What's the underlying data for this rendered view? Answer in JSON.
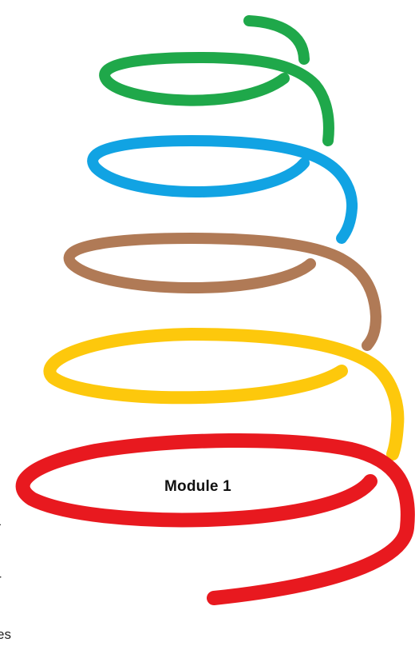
{
  "spiral": {
    "coils": [
      {
        "name": "green-coil",
        "color": "#1fa84a"
      },
      {
        "name": "blue-coil",
        "color": "#11a3e3"
      },
      {
        "name": "brown-coil",
        "color": "#b07a56"
      },
      {
        "name": "yellow-coil",
        "color": "#fdc80c"
      },
      {
        "name": "red-coil",
        "color": "#e8191f"
      }
    ]
  },
  "labels": {
    "module": "Module 1",
    "side_text_lines": [
      "-",
      "r",
      "es"
    ]
  }
}
